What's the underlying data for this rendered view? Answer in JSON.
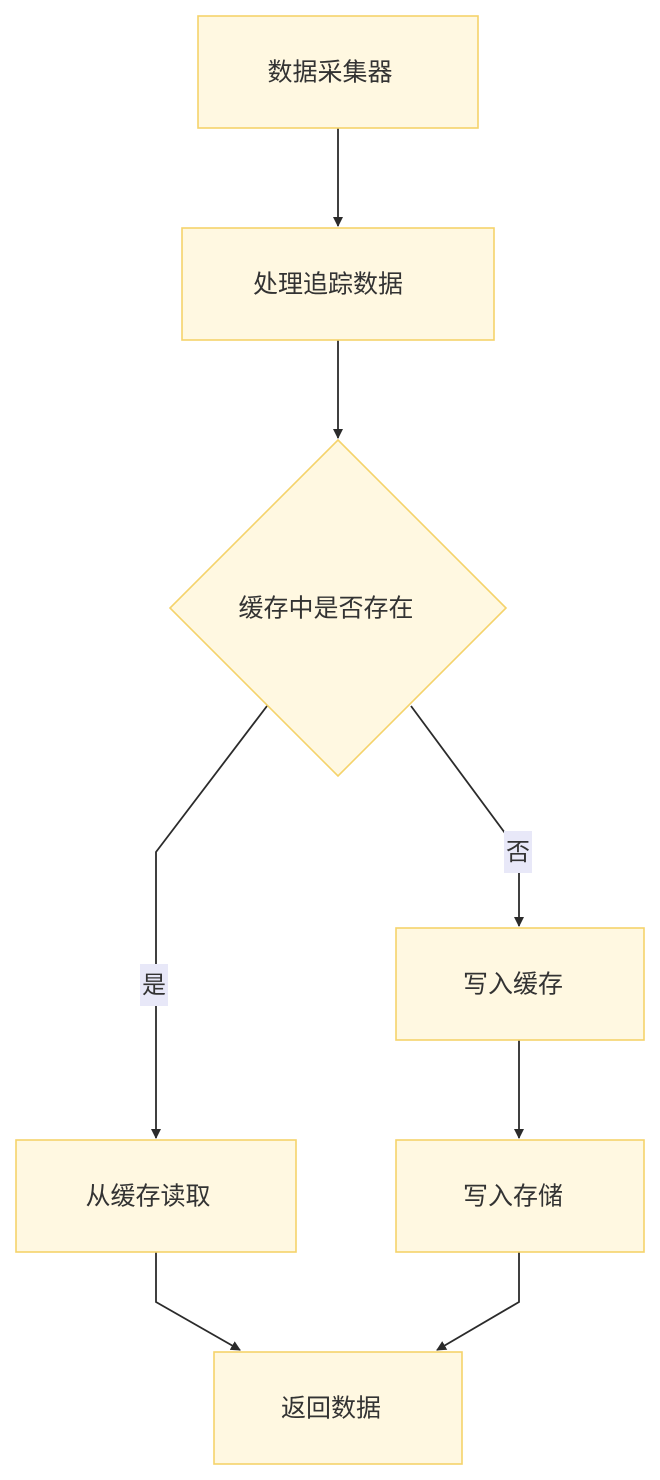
{
  "nodes": {
    "collector": "数据采集器",
    "process": "处理追踪数据",
    "decision": "缓存中是否存在",
    "read_cache": "从缓存读取",
    "write_cache": "写入缓存",
    "write_storage": "写入存储",
    "return_data": "返回数据"
  },
  "edge_labels": {
    "yes": "是",
    "no": "否"
  },
  "colors": {
    "node_fill": "#fff8e1",
    "node_stroke": "#f5d36b",
    "edge": "#2b2b2b",
    "edge_label_bg": "#e8e8f8",
    "text": "#333333"
  }
}
